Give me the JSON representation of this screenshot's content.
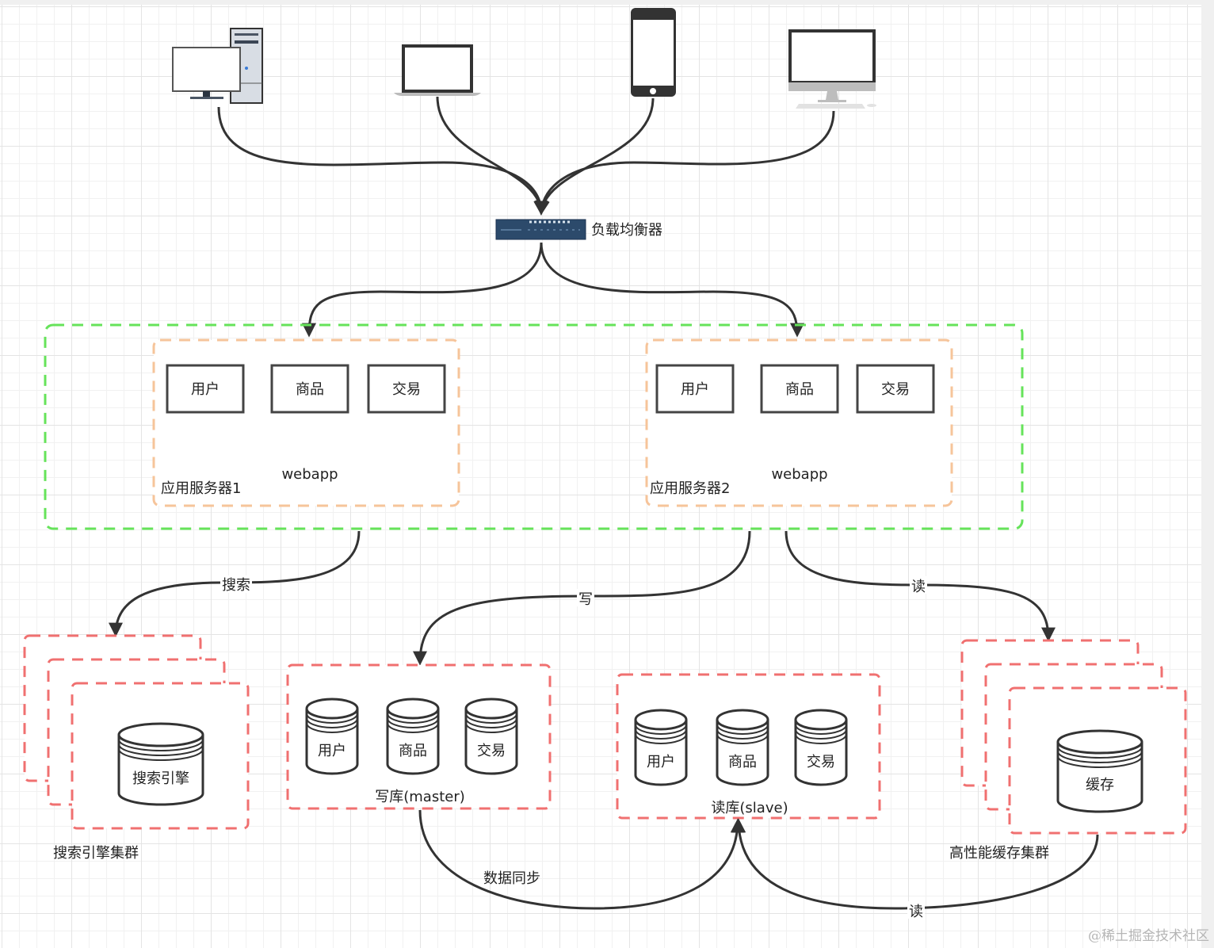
{
  "title": "Web application architecture diagram",
  "clients": [
    {
      "name": "desktop-pc"
    },
    {
      "name": "laptop"
    },
    {
      "name": "smartphone"
    },
    {
      "name": "imac-desktop"
    }
  ],
  "load_balancer": {
    "label": "负载均衡器"
  },
  "app_cluster": {
    "border_color": "#66e35a",
    "servers": [
      {
        "name": "应用服务器1",
        "app": "webapp",
        "modules": [
          "用户",
          "商品",
          "交易"
        ]
      },
      {
        "name": "应用服务器2",
        "app": "webapp",
        "modules": [
          "用户",
          "商品",
          "交易"
        ]
      }
    ],
    "server_border_color": "#f6c49a"
  },
  "edges": {
    "search": "搜索",
    "write": "写",
    "read": "读",
    "sync": "数据同步",
    "cache_read": "读"
  },
  "search_cluster": {
    "node_label": "搜索引擎",
    "caption": "搜索引擎集群"
  },
  "master_db": {
    "tables": [
      "用户",
      "商品",
      "交易"
    ],
    "caption": "写库(master)"
  },
  "slave_db": {
    "tables": [
      "用户",
      "商品",
      "交易"
    ],
    "caption": "读库(slave)"
  },
  "cache_cluster": {
    "node_label": "缓存",
    "caption": "高性能缓存集群"
  },
  "storage_border_color": "#f07070",
  "watermark": "@稀土掘金技术社区"
}
